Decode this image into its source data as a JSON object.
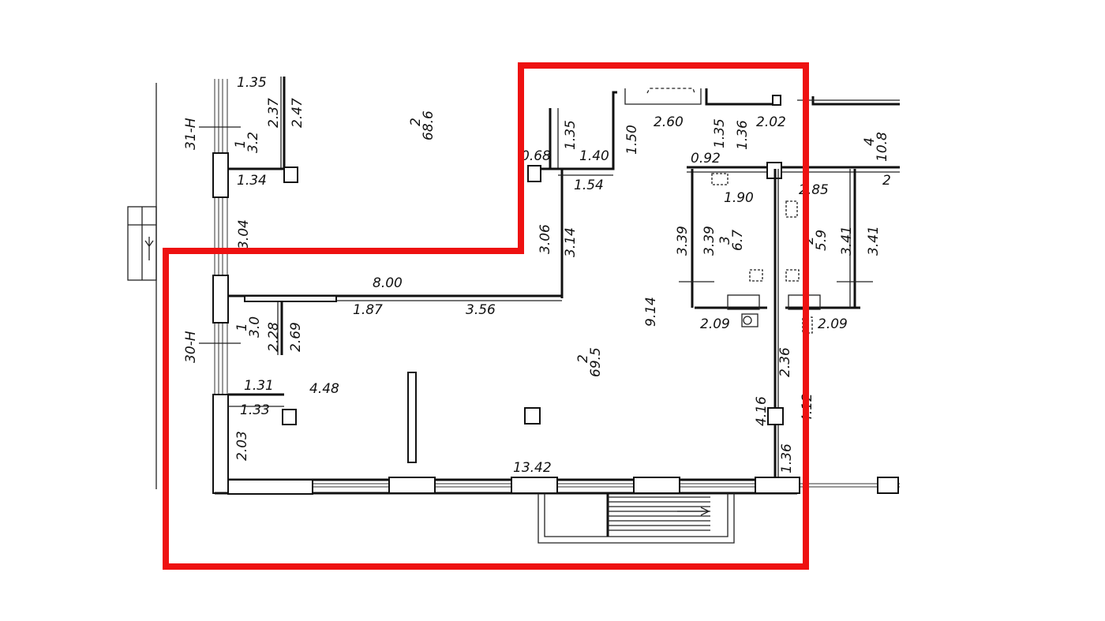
{
  "plan": {
    "axes": [
      "31-Н",
      "30-Н"
    ],
    "rooms": [
      {
        "id": "room-1-top",
        "number": "1",
        "area": "3.2"
      },
      {
        "id": "room-2-top",
        "number": "2",
        "area": "68.6"
      },
      {
        "id": "room-4-right",
        "number": "4",
        "area": "10.8"
      },
      {
        "id": "room-3",
        "number": "3",
        "area": "6.7"
      },
      {
        "id": "room-small-right",
        "number": "2",
        "area": "5.9"
      },
      {
        "id": "room-1-bottom",
        "number": "1",
        "area": "3.0"
      },
      {
        "id": "room-2-main",
        "number": "2",
        "area": "69.5"
      }
    ],
    "dimensions": [
      "1.35",
      "2.37",
      "2.47",
      "1.34",
      "3.04",
      "0.68",
      "1.35",
      "1.40",
      "1.54",
      "1.50",
      "2.60",
      "1.35",
      "1.36",
      "2.02",
      "0.92",
      "1.90",
      "2.85",
      "3.39",
      "3.39",
      "3.41",
      "3.41",
      "3.06",
      "3.14",
      "8.00",
      "1.87",
      "3.56",
      "9.14",
      "2.09",
      "2.09",
      "2.28",
      "2.69",
      "1.31",
      "4.48",
      "1.33",
      "2.36",
      "4.16",
      "4.12",
      "2.03",
      "13.42",
      "1.36",
      "2"
    ]
  }
}
